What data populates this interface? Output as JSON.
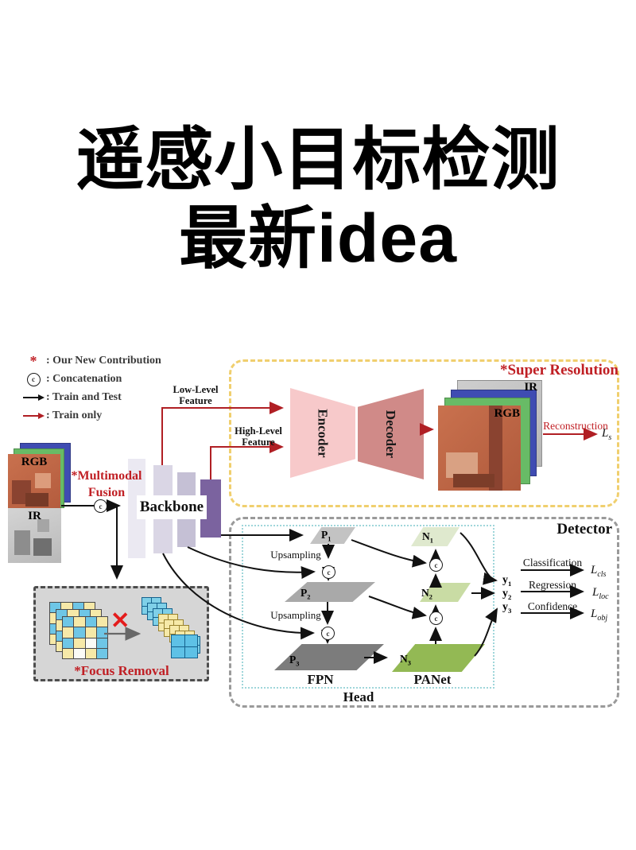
{
  "title": {
    "line1": "遥感小目标检测",
    "line2": "最新idea"
  },
  "legend": {
    "items": [
      {
        "symbol": "asterisk-icon",
        "label": ": Our New Contribution"
      },
      {
        "symbol": "concat-icon",
        "label": ": Concatenation"
      },
      {
        "symbol": "black-arrow-icon",
        "label": ": Train and Test"
      },
      {
        "symbol": "red-arrow-icon",
        "label": ": Train only"
      }
    ]
  },
  "concat_symbol": "c",
  "input_stack": {
    "rgb_label": "RGB",
    "ir_label": "IR"
  },
  "fusion": {
    "line1": "*Multimodal",
    "line2": "Fusion"
  },
  "backbone": {
    "label": "Backbone"
  },
  "features": {
    "low_line1": "Low-Level",
    "low_line2": "Feature",
    "high_line1": "High-Level",
    "high_line2": "Feature"
  },
  "encoder": {
    "label": "Encoder"
  },
  "decoder": {
    "label": "Decoder"
  },
  "super_resolution": {
    "title": "*Super Resolution",
    "ir_label": "IR",
    "rgb_label": "RGB",
    "reconstruction_label": "Reconstruction",
    "loss": {
      "base": "L",
      "sub": "s"
    }
  },
  "detector": {
    "title": "Detector",
    "rows": [
      {
        "y": {
          "base": "y",
          "sub": "1"
        },
        "name": "Classification",
        "loss": {
          "base": "L",
          "sub": "cls"
        }
      },
      {
        "y": {
          "base": "y",
          "sub": "2"
        },
        "name": "Regression",
        "loss": {
          "base": "L",
          "sub": "loc"
        }
      },
      {
        "y": {
          "base": "y",
          "sub": "3"
        },
        "name": "Confidence",
        "loss": {
          "base": "L",
          "sub": "obj"
        }
      }
    ]
  },
  "head": {
    "label": "Head",
    "fpn_label": "FPN",
    "panet_label": "PANet",
    "upsampling_top": "Upsampling",
    "upsampling_bottom": "Upsampling",
    "p_nodes": [
      {
        "base": "P",
        "sub": "1"
      },
      {
        "base": "P",
        "sub": "2"
      },
      {
        "base": "P",
        "sub": "3"
      }
    ],
    "n_nodes": [
      {
        "base": "N",
        "sub": "1"
      },
      {
        "base": "N",
        "sub": "2"
      },
      {
        "base": "N",
        "sub": "3"
      }
    ]
  },
  "focus_removal": {
    "label": "*Focus Removal",
    "x_icon": "✕",
    "grid_pattern": [
      [
        "b",
        "y",
        "b",
        "y"
      ],
      [
        "y",
        "b",
        "y",
        "b"
      ],
      [
        "b",
        "y",
        "w",
        "b"
      ],
      [
        "y",
        "w",
        "y",
        "b"
      ]
    ],
    "cascade": [
      "b",
      "b",
      "b",
      "y",
      "y",
      "y",
      "y",
      "b"
    ],
    "cascade_front": "b"
  },
  "colors": {
    "accent_red": "#c01f24",
    "sr_box_yellow": "#f0cf6e",
    "detector_box_gray": "#9a9a9a",
    "head_box_cyan": "#9fd6da",
    "backbone_purple": "#7b639f",
    "encoder_pink": "#f7c9ca",
    "decoder_rose": "#d08a88",
    "fpn_grays": [
      "#c3c3c3",
      "#a9a9a9",
      "#7c7c7c"
    ],
    "panet_greens": [
      "#dfe9ce",
      "#c9dca4",
      "#93b954"
    ],
    "focus_box_bg": "#d6d6d6",
    "cell_blue": "#7fd0e8",
    "cell_yellow": "#f6e9a8"
  }
}
